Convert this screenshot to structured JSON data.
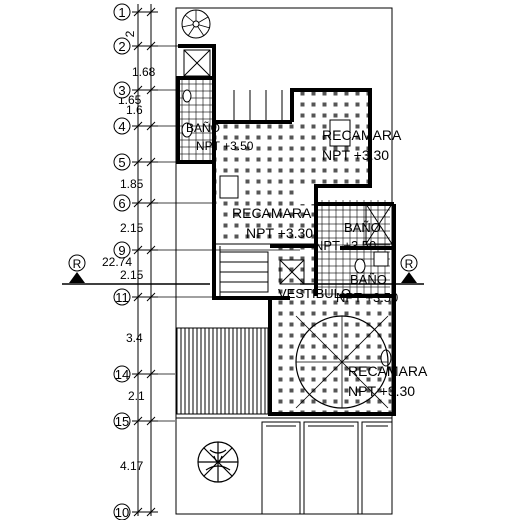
{
  "axes": [
    {
      "label": "1"
    },
    {
      "label": "2"
    },
    {
      "label": "3"
    },
    {
      "label": "4"
    },
    {
      "label": "5"
    },
    {
      "label": "6"
    },
    {
      "label": "9"
    },
    {
      "label": "11"
    },
    {
      "label": "14"
    },
    {
      "label": "15"
    },
    {
      "label": "10"
    }
  ],
  "dimensions": [
    "2",
    "1.68",
    "1.65",
    "1.6",
    "1.85",
    "2.15",
    "2.15",
    "3.4",
    "2.1",
    "4.17"
  ],
  "total_dimension": "22.74",
  "section_markers": [
    {
      "label": "R"
    },
    {
      "label": "R"
    }
  ],
  "rooms": [
    {
      "name": "BAÑO",
      "level": "NPT +3.50"
    },
    {
      "name": "RECAMARA",
      "level": "NPT +3.30"
    },
    {
      "name": "RECAMARA",
      "level": "NPT +3.30"
    },
    {
      "name": "BAÑO",
      "level": "NPT +3.50"
    },
    {
      "name": "BAÑO",
      "level": "NPT +3.50"
    },
    {
      "name": "RECAMARA",
      "level": "NPT +3.30"
    }
  ],
  "overlay_labels": [
    "VESTIBULO"
  ],
  "colors": {
    "line": "#000000",
    "background": "#ffffff",
    "fill_dot": "#555555"
  }
}
